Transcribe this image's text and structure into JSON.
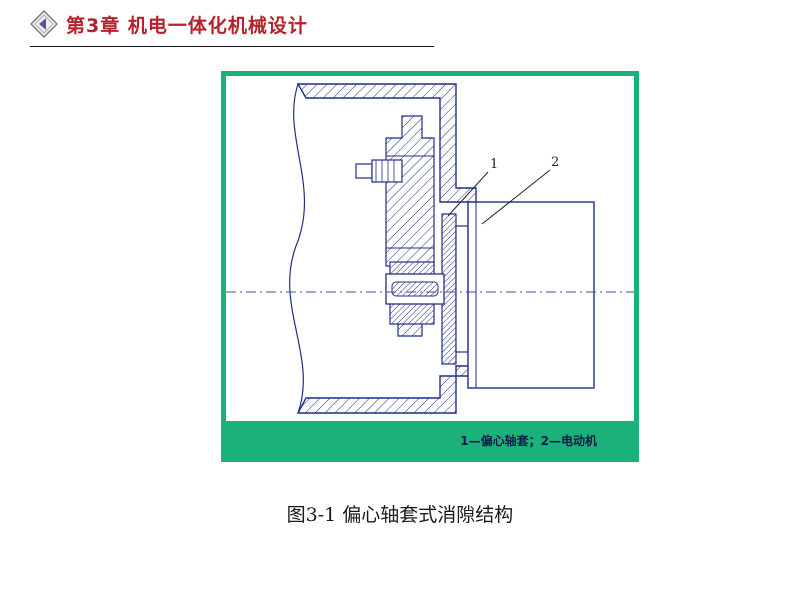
{
  "header": {
    "icon": "diamond-arrow-left-icon",
    "chapter_title": "第3章  机电一体化机械设计",
    "accent_color": "#b5222d"
  },
  "figure": {
    "frame_color": "#1db17a",
    "callout_1": "1",
    "callout_2": "2",
    "legend": "1—偏心轴套；2—电动机"
  },
  "caption": "图3-1 偏心轴套式消隙结构"
}
